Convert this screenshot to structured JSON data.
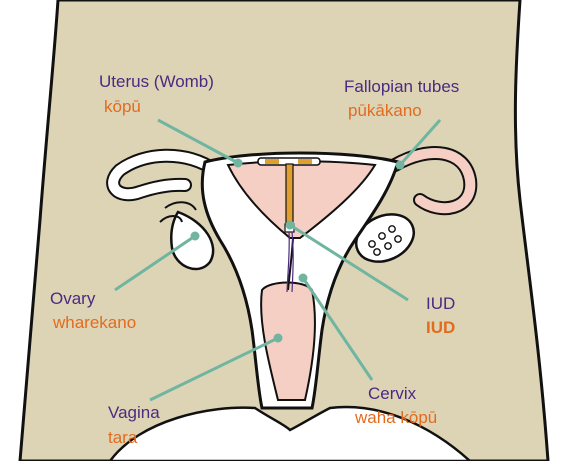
{
  "labels": {
    "uterus": {
      "english": "Uterus (Womb)",
      "maori": "kōpū"
    },
    "fallopian": {
      "english": "Fallopian tubes",
      "maori": "pūkākano"
    },
    "ovary": {
      "english": "Ovary",
      "maori": "wharekano"
    },
    "iud": {
      "english": "IUD",
      "maori": "IUD"
    },
    "vagina": {
      "english": "Vagina",
      "maori": "tara"
    },
    "cervix": {
      "english": "Cervix",
      "maori": "waha kōpū"
    }
  },
  "colors": {
    "english_text": "#4b2a7f",
    "maori_text": "#e36b1e",
    "leader_line": "#6fb5a0",
    "body_fill": "#ddd4b6",
    "organ_fill": "#ffffff",
    "uterine_lining": "#f5cfc4",
    "iud_copper": "#e0a030"
  }
}
